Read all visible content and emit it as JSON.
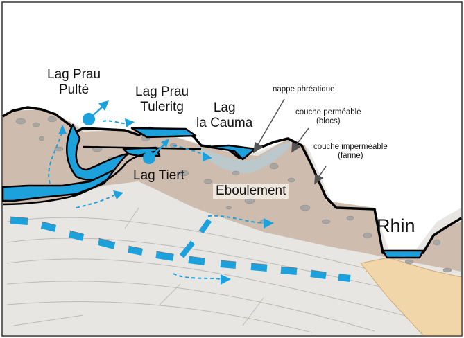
{
  "labels": {
    "lag_prau_pulte": [
      "Lag Prau",
      "Pulté"
    ],
    "lag_prau_tuleritg": [
      "Lag Prau",
      "Tuleritg"
    ],
    "lag_la_cauma": [
      "Lag",
      "la Cauma"
    ],
    "lag_tiert": "Lag Tiert",
    "eboulement": "Eboulement",
    "rhin": "Rhin",
    "nappe": "nappe phréatique",
    "couche_permeable": [
      "couche perméable",
      "(blocs)"
    ],
    "couche_impermeable": [
      "couche imperméable",
      "(farine)"
    ]
  },
  "colors": {
    "water": "#1da1dc",
    "rock": "#e8e6e3",
    "debris": "#c9b5a5",
    "outline": "#000000",
    "groundwater": "#b9c9cf",
    "sediment": "#f0d6a8"
  }
}
